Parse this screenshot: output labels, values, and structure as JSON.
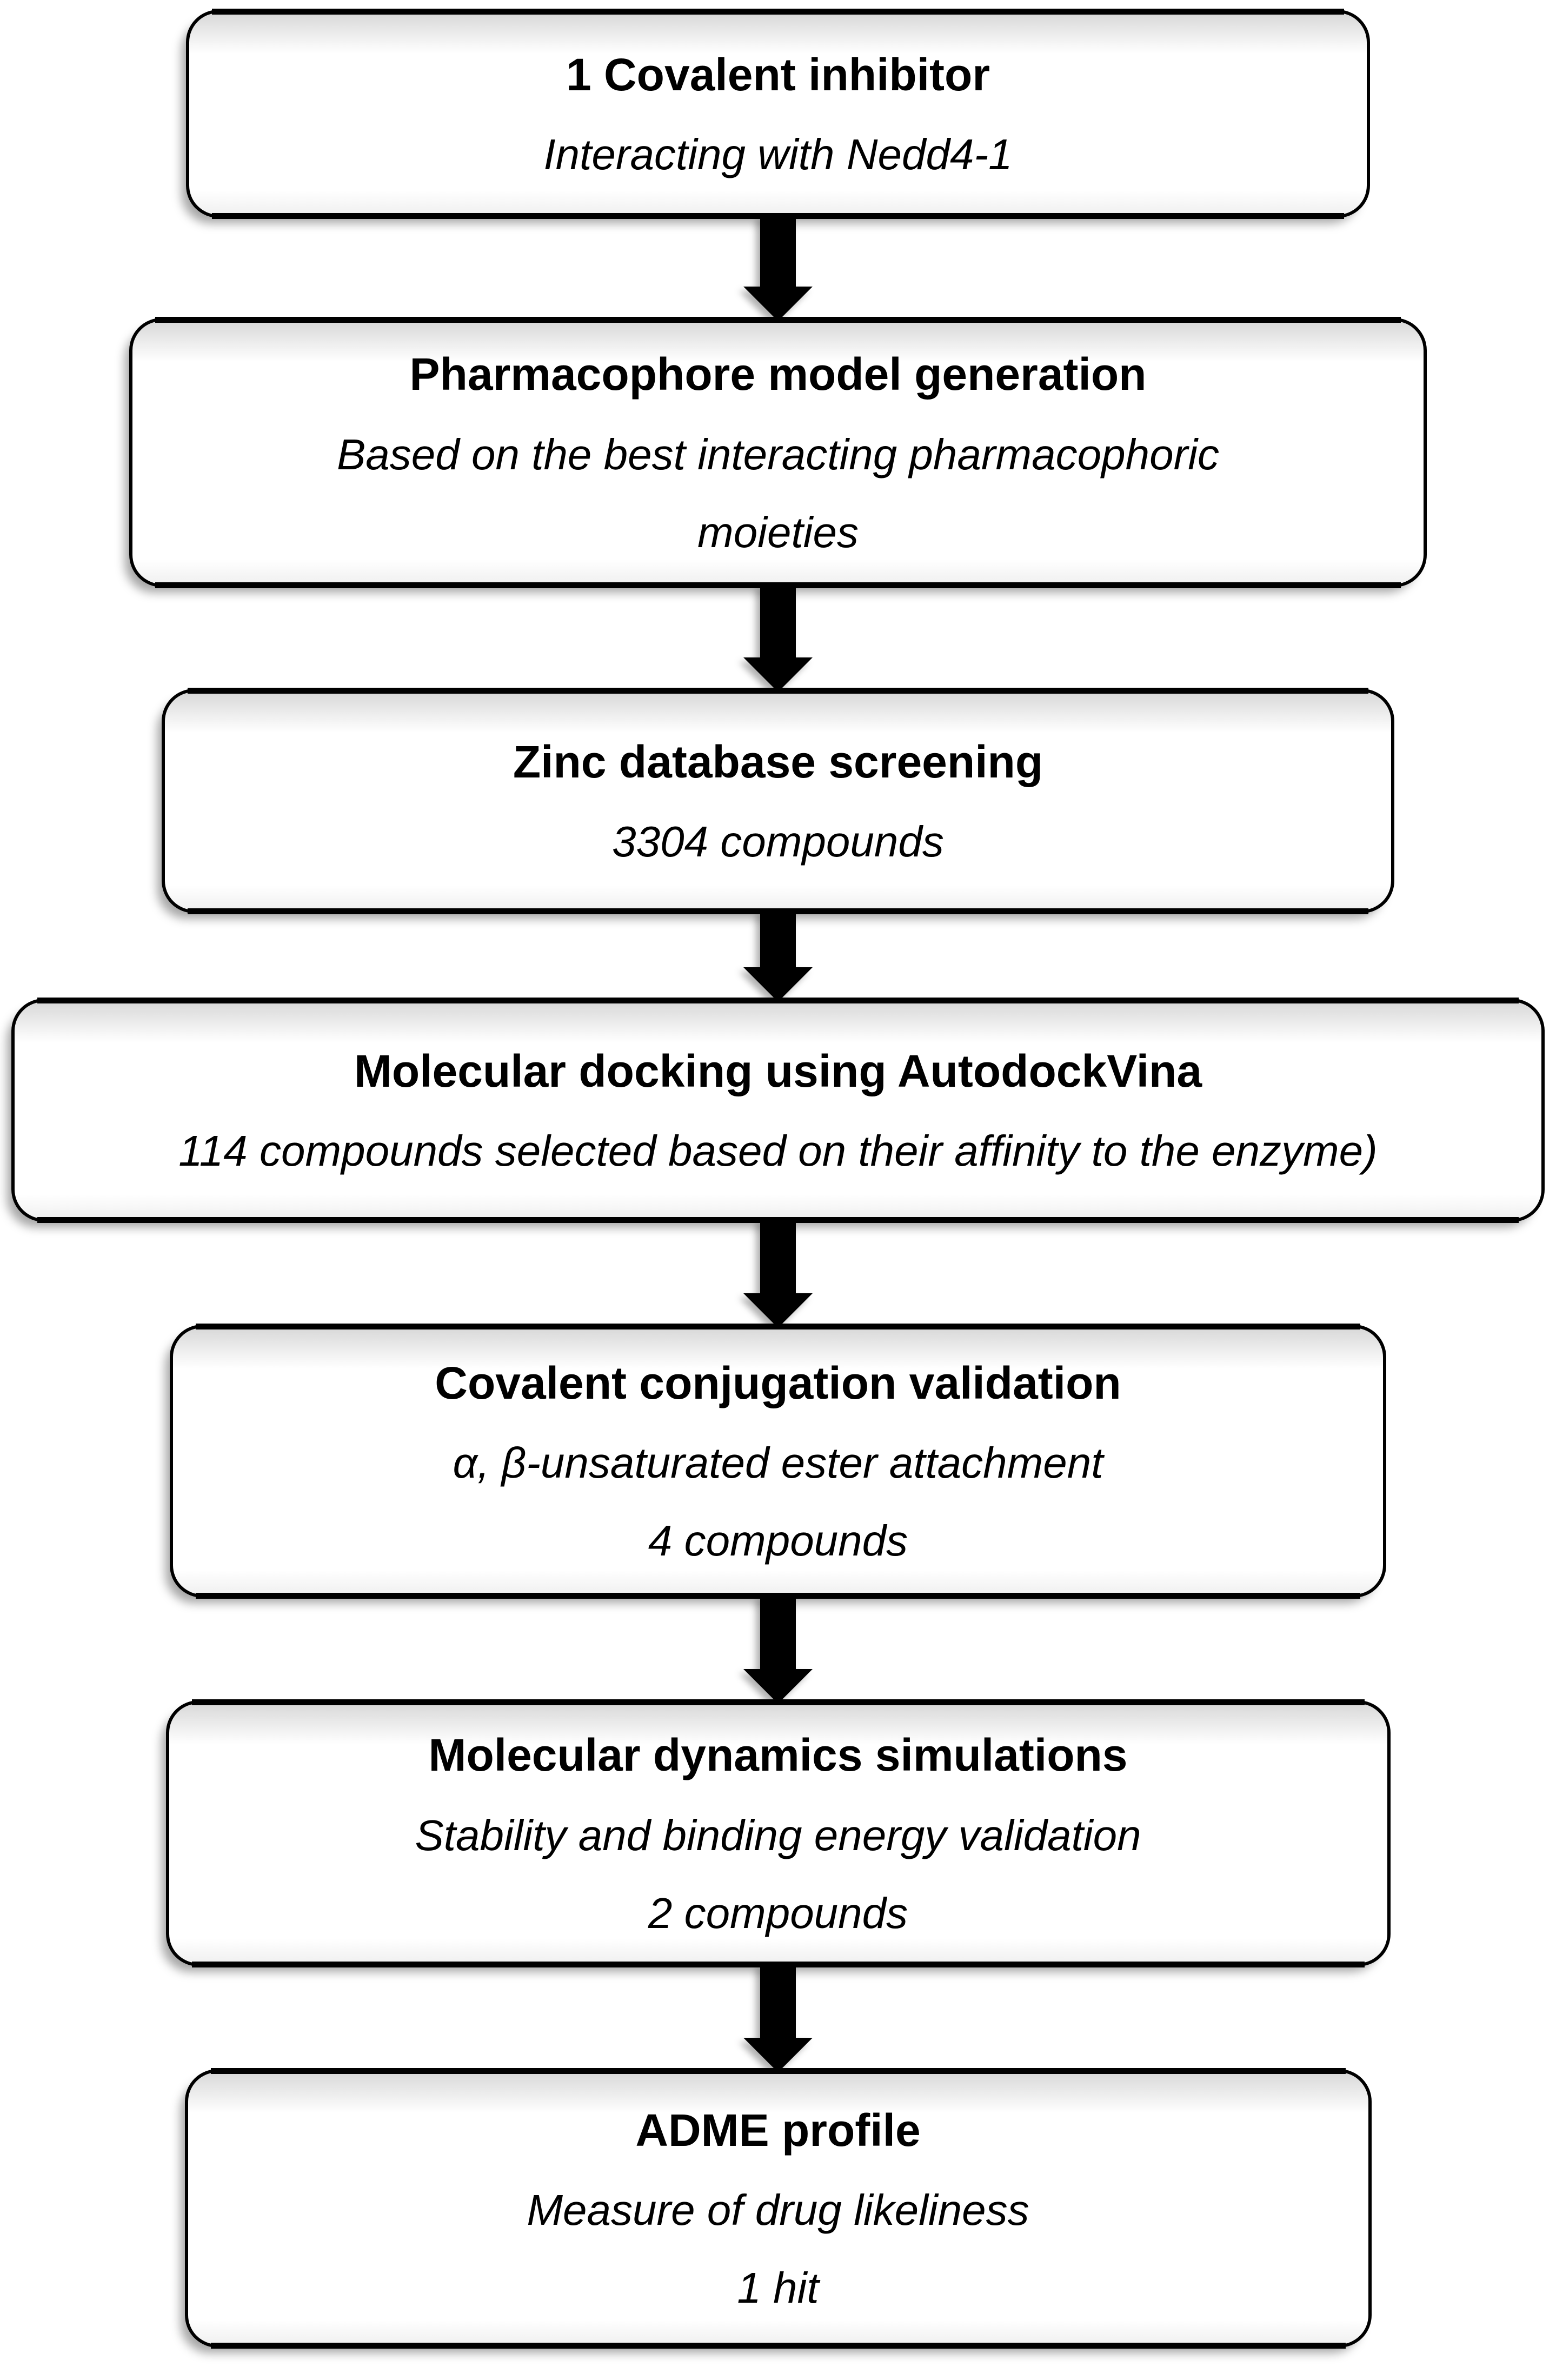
{
  "colors": {
    "background": "#ffffff",
    "box_border": "#000000",
    "box_fill": "#ffffff",
    "text": "#000000",
    "arrow": "#000000"
  },
  "steps": [
    {
      "title": "1 Covalent inhibitor",
      "lines": [
        "Interacting with Nedd4-1"
      ]
    },
    {
      "title": "Pharmacophore model generation",
      "lines": [
        "Based on the best interacting pharmacophoric\nmoieties"
      ]
    },
    {
      "title": "Zinc database screening",
      "lines": [
        "3304 compounds"
      ]
    },
    {
      "title": "Molecular docking using AutodockVina",
      "lines": [
        "114 compounds selected based on their affinity to the enzyme)"
      ]
    },
    {
      "title": "Covalent conjugation validation",
      "lines": [
        "α, β-unsaturated ester attachment",
        "4 compounds"
      ]
    },
    {
      "title": "Molecular dynamics simulations",
      "lines": [
        "Stability and binding energy validation",
        "2 compounds"
      ]
    },
    {
      "title": "ADME profile",
      "lines": [
        "Measure of drug likeliness",
        "1 hit"
      ]
    }
  ]
}
